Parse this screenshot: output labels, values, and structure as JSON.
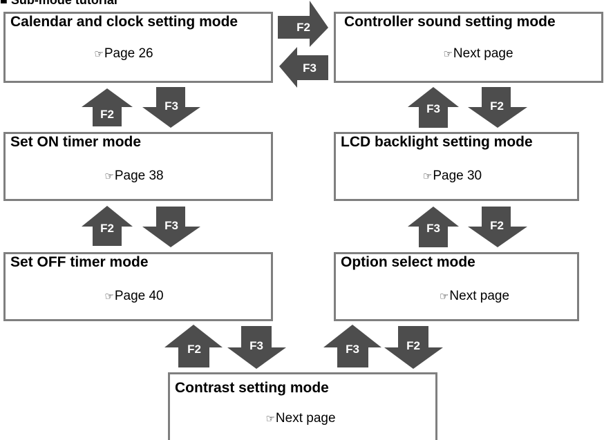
{
  "header": {
    "cut_text": "■ Sub-mode tutorial"
  },
  "colors": {
    "arrow_fill": "#4d4d4d",
    "box_border": "#7f7f7f",
    "arrow_text": "#ffffff"
  },
  "keys": {
    "f2": "F2",
    "f3": "F3"
  },
  "modes": {
    "calendar_clock": {
      "title": "Calendar and clock setting mode",
      "ref_icon": "☞",
      "ref_text": "Page 26"
    },
    "controller_sound": {
      "title": "Controller sound setting mode",
      "ref_icon": "☞",
      "ref_text": "Next page"
    },
    "set_on_timer": {
      "title": "Set ON timer mode",
      "ref_icon": "☞",
      "ref_text": "Page 38"
    },
    "lcd_backlight": {
      "title": "LCD backlight setting mode",
      "ref_icon": "☞",
      "ref_text": "Page 30"
    },
    "set_off_timer": {
      "title": "Set OFF timer mode",
      "ref_icon": "☞",
      "ref_text": "Page 40"
    },
    "option_select": {
      "title": "Option select mode",
      "ref_icon": "☞",
      "ref_text": "Next page"
    },
    "contrast": {
      "title": "Contrast setting mode",
      "ref_icon": "☞",
      "ref_text": "Next page"
    }
  }
}
